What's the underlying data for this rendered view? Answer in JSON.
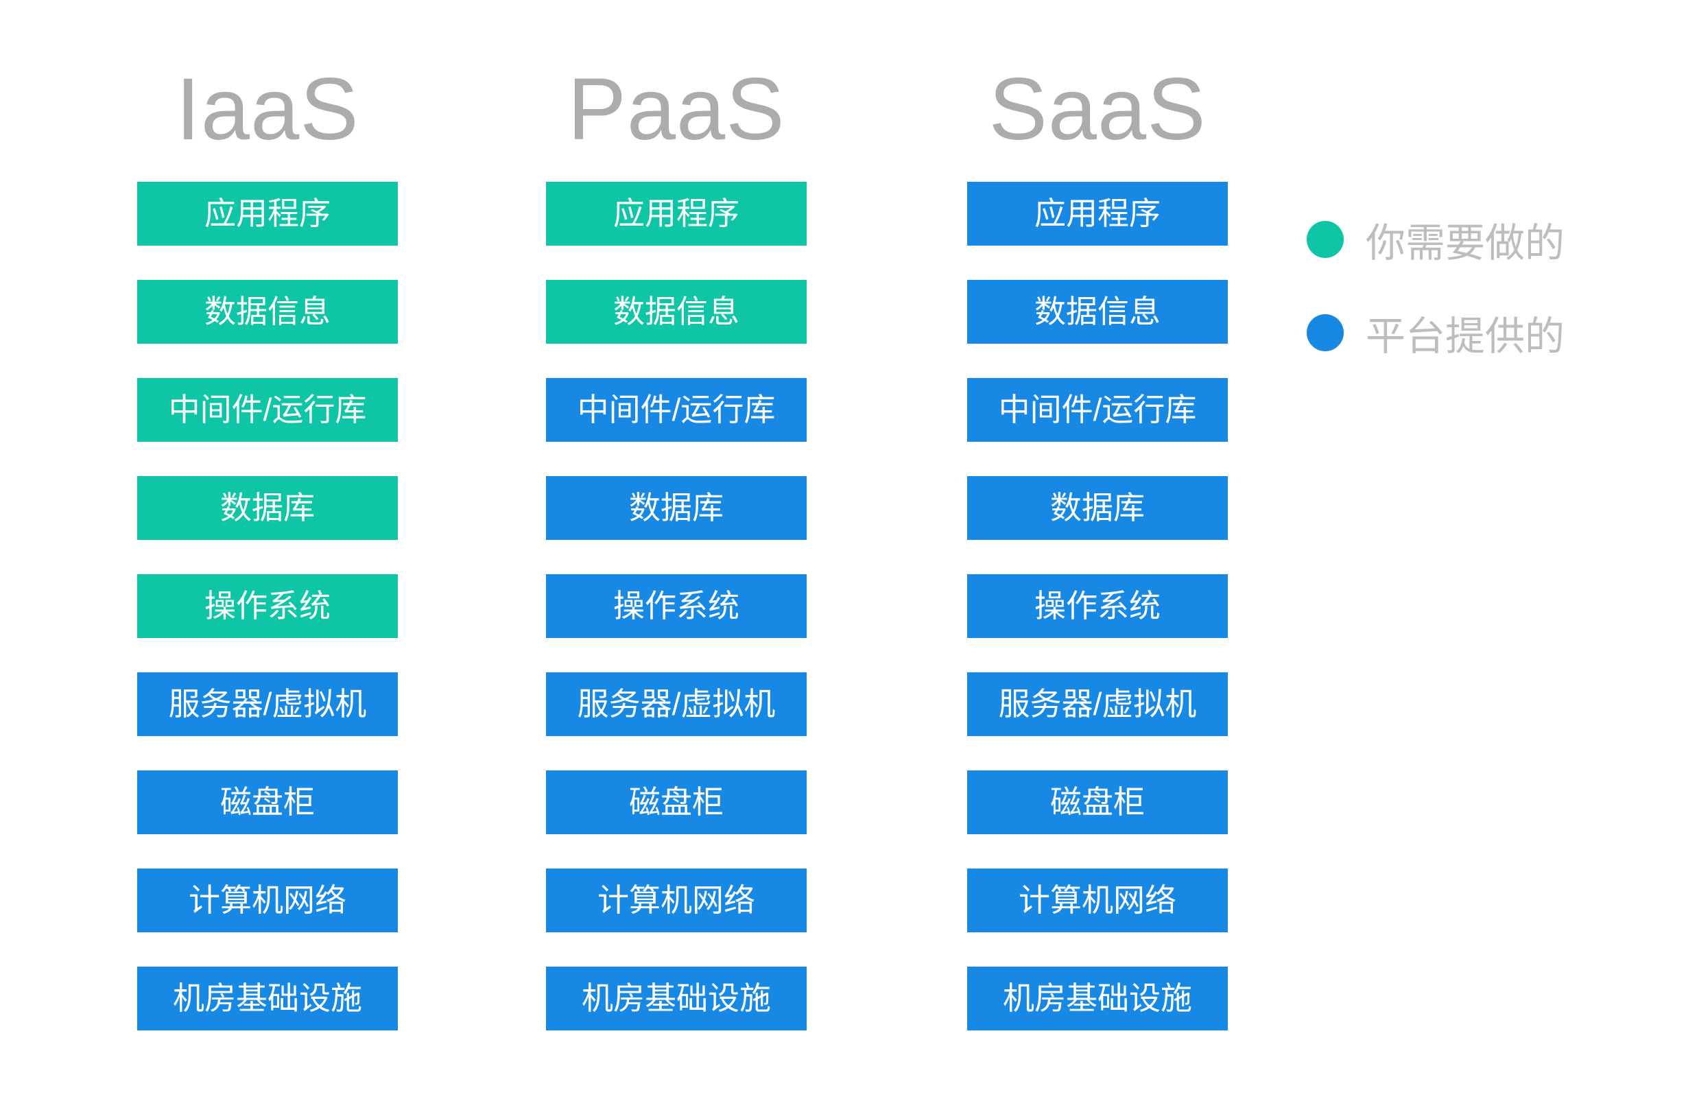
{
  "colors": {
    "you": "#0EC6A6",
    "platform": "#1789E4",
    "title_gray": "#ACACAC",
    "legend_text_gray": "#BDBDBD",
    "box_text": "#FFFFFF",
    "background": "#FFFFFF"
  },
  "legend": {
    "items": [
      {
        "label": "你需要做的",
        "owner": "you"
      },
      {
        "label": "平台提供的",
        "owner": "platform"
      }
    ]
  },
  "columns": [
    {
      "title": "IaaS",
      "rows": [
        {
          "label": "应用程序",
          "owner": "you"
        },
        {
          "label": "数据信息",
          "owner": "you"
        },
        {
          "label": "中间件/运行库",
          "owner": "you"
        },
        {
          "label": "数据库",
          "owner": "you"
        },
        {
          "label": "操作系统",
          "owner": "you"
        },
        {
          "label": "服务器/虚拟机",
          "owner": "platform"
        },
        {
          "label": "磁盘柜",
          "owner": "platform"
        },
        {
          "label": "计算机网络",
          "owner": "platform"
        },
        {
          "label": "机房基础设施",
          "owner": "platform"
        }
      ]
    },
    {
      "title": "PaaS",
      "rows": [
        {
          "label": "应用程序",
          "owner": "you"
        },
        {
          "label": "数据信息",
          "owner": "you"
        },
        {
          "label": "中间件/运行库",
          "owner": "platform"
        },
        {
          "label": "数据库",
          "owner": "platform"
        },
        {
          "label": "操作系统",
          "owner": "platform"
        },
        {
          "label": "服务器/虚拟机",
          "owner": "platform"
        },
        {
          "label": "磁盘柜",
          "owner": "platform"
        },
        {
          "label": "计算机网络",
          "owner": "platform"
        },
        {
          "label": "机房基础设施",
          "owner": "platform"
        }
      ]
    },
    {
      "title": "SaaS",
      "rows": [
        {
          "label": "应用程序",
          "owner": "platform"
        },
        {
          "label": "数据信息",
          "owner": "platform"
        },
        {
          "label": "中间件/运行库",
          "owner": "platform"
        },
        {
          "label": "数据库",
          "owner": "platform"
        },
        {
          "label": "操作系统",
          "owner": "platform"
        },
        {
          "label": "服务器/虚拟机",
          "owner": "platform"
        },
        {
          "label": "磁盘柜",
          "owner": "platform"
        },
        {
          "label": "计算机网络",
          "owner": "platform"
        },
        {
          "label": "机房基础设施",
          "owner": "platform"
        }
      ]
    }
  ]
}
